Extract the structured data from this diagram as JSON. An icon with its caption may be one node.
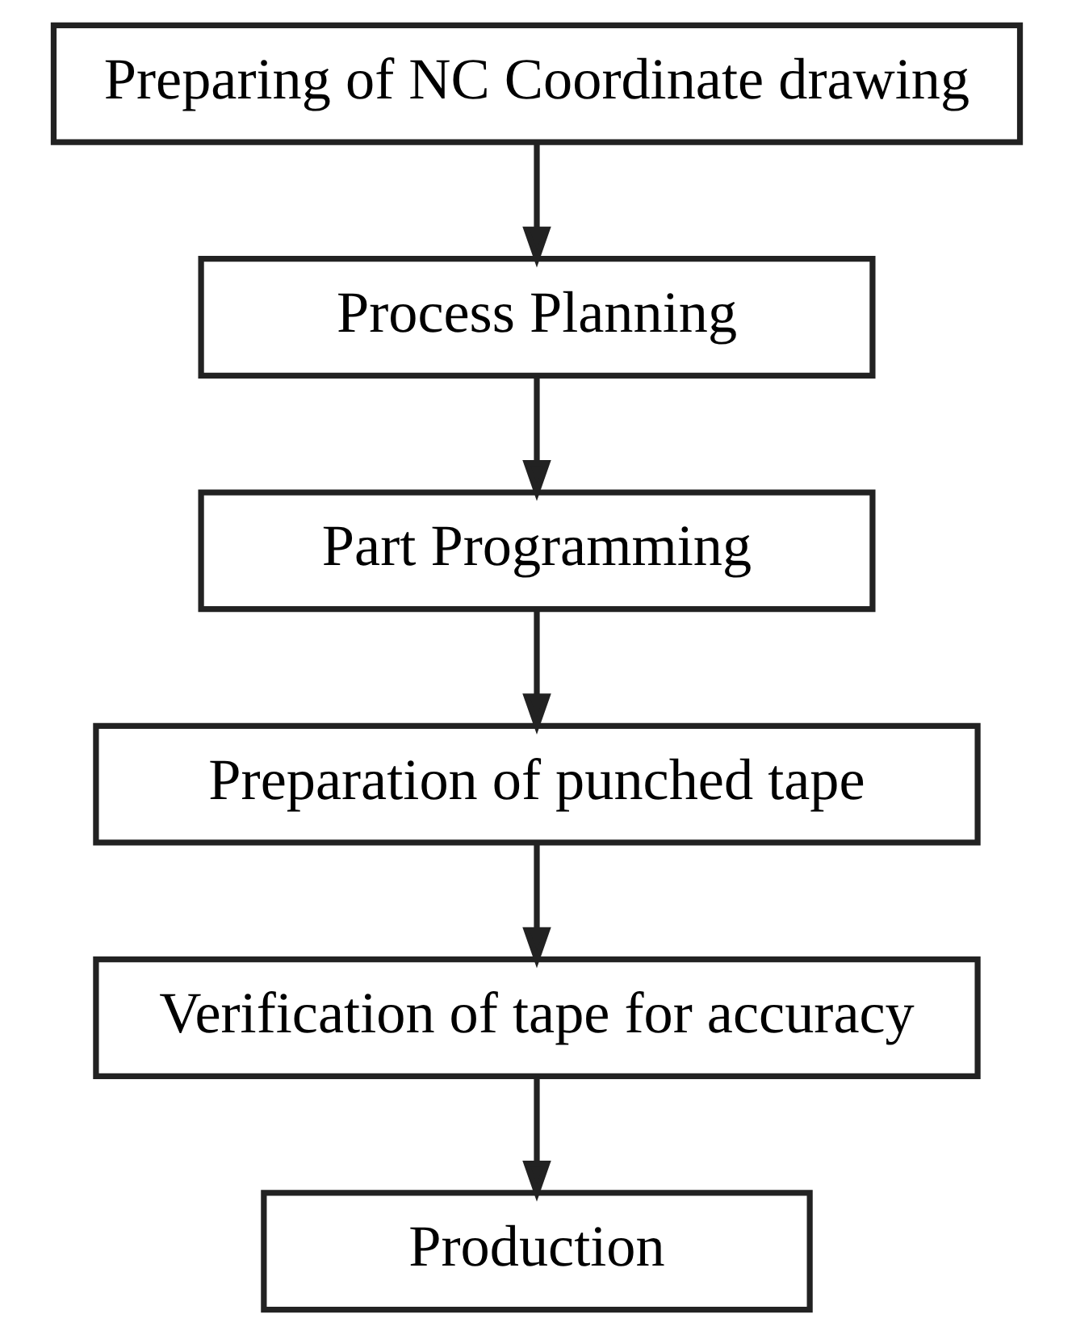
{
  "diagram": {
    "nodes": [
      {
        "text": [
          "Preparing of NC Coordinate drawing"
        ]
      },
      {
        "text": [
          "Process Planning"
        ]
      },
      {
        "text": [
          "Part Programming"
        ]
      },
      {
        "text": [
          "Preparation of punched tape"
        ]
      },
      {
        "text": [
          "Verification of tape for accuracy"
        ]
      },
      {
        "text": [
          "Production"
        ]
      }
    ],
    "edges": [
      {
        "from": 0,
        "to": 1,
        "arrow": "to"
      },
      {
        "from": 1,
        "to": 2,
        "arrow": "to"
      },
      {
        "from": 2,
        "to": 3,
        "arrow": "to"
      },
      {
        "from": 3,
        "to": 4,
        "arrow": "to"
      },
      {
        "from": 4,
        "to": 5,
        "arrow": "to"
      }
    ]
  }
}
